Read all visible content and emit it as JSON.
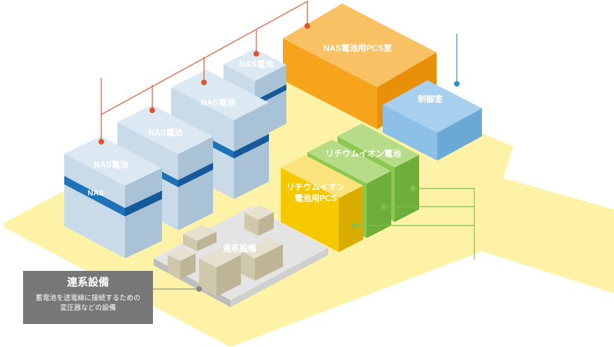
{
  "labels": {
    "nas_battery_1": "NAS電池",
    "nas_battery_2": "NAS電池",
    "nas_battery_3": "NAS電池",
    "nas_battery_4": "NAS電池",
    "nas_mark": "NAS",
    "nas_pcs_room": "NAS電池用PCS室",
    "control_room": "制御室",
    "lithium_battery": "リチウムイオン電池",
    "lithium_pcs_line1": "リチウムイオン",
    "lithium_pcs_line2": "電池用PCS",
    "grid_equipment": "連系設備"
  },
  "callout": {
    "title": "連系設備",
    "line1": "蓄電池を送電線に接続するための",
    "line2": "変圧器などの設備"
  },
  "colors": {
    "ground": "#fdf2a6",
    "nas_unit": "#c9dbe9",
    "nas_band": "#1e72b8",
    "pcs_room": "#f6a41b",
    "control_room": "#7fb8e3",
    "lithium": "#8cc850",
    "lithium_pcs": "#f5c800",
    "grid_base": "#dddddd",
    "leader_red": "#e0532a",
    "leader_blue": "#2f8fd0",
    "leader_green": "#7cc24a"
  }
}
